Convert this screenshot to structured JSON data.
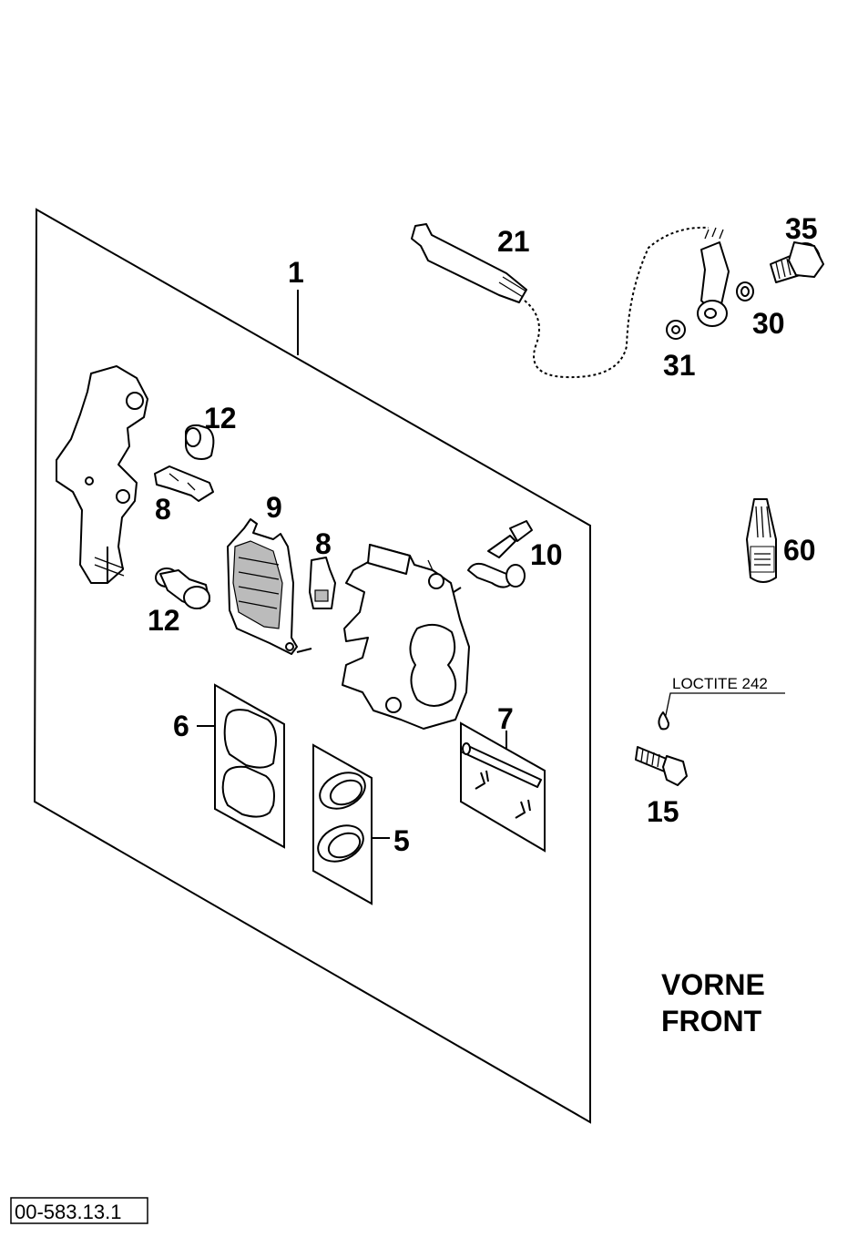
{
  "diagram": {
    "callouts": {
      "p1": "1",
      "p21": "21",
      "p35": "35",
      "p30": "30",
      "p31": "31",
      "p12a": "12",
      "p8a": "8",
      "p9": "9",
      "p8b": "8",
      "p10": "10",
      "p12b": "12",
      "p60": "60",
      "p6": "6",
      "p7": "7",
      "p5": "5",
      "p15": "15"
    },
    "note_loctite": "LOCTITE 242",
    "position_label_de": "VORNE",
    "position_label_en": "FRONT",
    "drawing_number": "00-583.13.1"
  }
}
